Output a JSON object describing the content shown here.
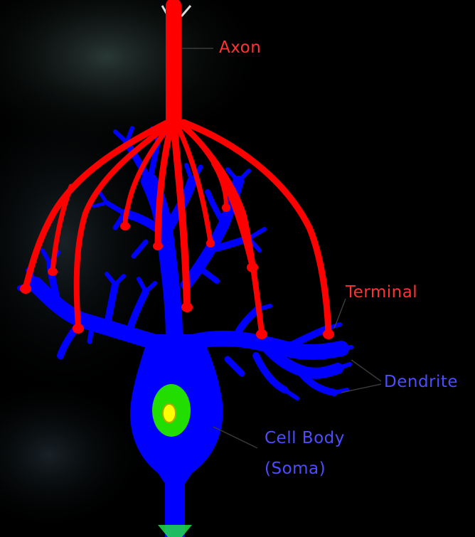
{
  "labels": {
    "axon": "Axon",
    "terminal": "Terminal",
    "dendrite": "Dendrite",
    "cell_body": "Cell Body",
    "soma": "(Soma)"
  },
  "colors": {
    "background": "#000000",
    "axon": "#ff0000",
    "dendrite": "#0000ff",
    "nucleus": "#22dd00",
    "nucleolus": "#ffff00",
    "axon_label": "#ff3333",
    "body_label": "#4d4dff",
    "leader_line": "#3a3a3a"
  }
}
